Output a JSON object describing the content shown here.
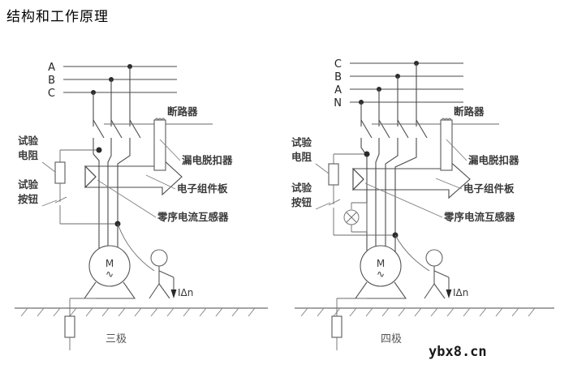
{
  "page": {
    "title": "结构和工作原理",
    "watermark": "ybx8.cn",
    "background_color": "#ffffff",
    "line_color": "#4a4a4a",
    "label_color": "#3a3a3a"
  },
  "diagrams": [
    {
      "id": "three-pole",
      "caption": "三极",
      "phase_labels": [
        "A",
        "B",
        "C"
      ],
      "phase_count": 3,
      "left_labels": [
        {
          "text": "试验",
          "sub": "电阻",
          "full": "试验电阻"
        },
        {
          "text": "试验",
          "sub": "按钮",
          "full": "试验按钮"
        }
      ],
      "right_labels": [
        "断路器",
        "漏电脱扣器",
        "电子组件板",
        "零序电流互感器"
      ],
      "motor_label": "M",
      "leakage_current_label": "IΔn",
      "has_indicator_lamp": false
    },
    {
      "id": "four-pole",
      "caption": "四极",
      "phase_labels": [
        "C",
        "B",
        "A",
        "N"
      ],
      "phase_count": 4,
      "left_labels": [
        {
          "text": "试验",
          "sub": "电阻",
          "full": "试验电阻"
        },
        {
          "text": "试验",
          "sub": "按钮",
          "full": "试验按钮"
        }
      ],
      "right_labels": [
        "断路器",
        "漏电脱扣器",
        "电子组件板",
        "零序电流互感器"
      ],
      "motor_label": "M",
      "leakage_current_label": "IΔn",
      "has_indicator_lamp": true
    }
  ]
}
